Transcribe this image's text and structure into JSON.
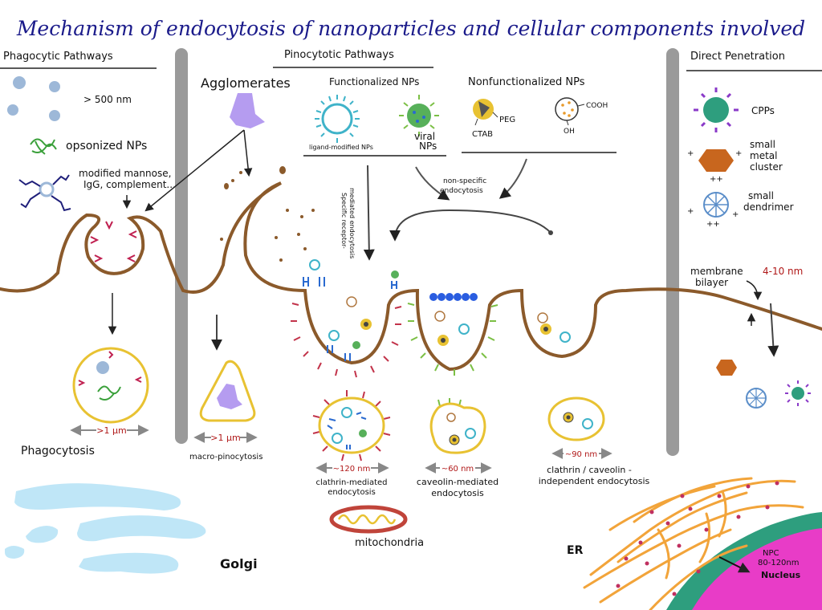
{
  "title": "Mechanism of endocytosis of nanoparticles and cellular components involved",
  "sections": {
    "phagocytic": "Phagocytic Pathways",
    "pinocytotic": "Pinocytotic Pathways",
    "direct": "Direct Penetration"
  },
  "phago": {
    "size": "> 500 nm",
    "opsonized": "opsonized NPs",
    "modified_line1": "modified mannose,",
    "modified_line2": "IgG, complement...",
    "size_label": ">1 µm",
    "name": "Phagocytosis"
  },
  "macro": {
    "agglomerates": "Agglomerates",
    "size_label": ">1 µm",
    "name": "macro-pinocytosis"
  },
  "functionalized": {
    "title": "Functionalized NPs",
    "ligand": "ligand-modified NPs",
    "viral_line1": "viral",
    "viral_line2": "NPs"
  },
  "nonfunctionalized": {
    "title": "Nonfunctionalized NPs",
    "peg": "PEG",
    "ctab": "CTAB",
    "cooh": "COOH",
    "oh": "OH"
  },
  "routes": {
    "specific_line1": "Specific receptor-",
    "specific_line2": "mediated endocytosis",
    "nonspecific_line1": "non-specific",
    "nonspecific_line2": "endocytosis"
  },
  "vesicles": {
    "clathrin_size": "~120 nm",
    "clathrin_line1": "clathrin-mediated",
    "clathrin_line2": "endocytosis",
    "caveolin_size": "~60 nm",
    "caveolin_line1": "caveolin-mediated",
    "caveolin_line2": "endocytosis",
    "indep_size": "~90 nm",
    "indep_line1": "clathrin / caveolin -",
    "indep_line2": "independent endocytosis"
  },
  "direct": {
    "cpps": "CPPs",
    "metal_line1": "small",
    "metal_line2": "metal",
    "metal_line3": "cluster",
    "dend_line1": "small",
    "dend_line2": "dendrimer",
    "membrane_line1": "membrane",
    "membrane_line2": "bilayer",
    "membrane_size": "4-10 nm"
  },
  "organelles": {
    "mitochondria": "mitochondria",
    "golgi": "Golgi",
    "er": "ER",
    "npc_line1": "NPC",
    "npc_line2": "80-120nm",
    "nucleus": "Nucleus"
  },
  "colors": {
    "membrane": "#8b5a2b",
    "divider": "#9a9a9a",
    "title": "#1a1a8a",
    "size_red": "#b01818",
    "vesicle_outline": "#e8c232",
    "agglomerate": "#b59cf0",
    "golgi": "#bfe6f7",
    "nucleus": "#e83cc7",
    "nuclear_envelope": "#2e9e7e",
    "er": "#f2a43a",
    "clathrin": "#c2334a",
    "caveolin": "#2a5de0",
    "caveolae_coat": "#7bbf44",
    "nanoparticle": "#5b8ec9",
    "metal_cluster": "#c8661e"
  }
}
